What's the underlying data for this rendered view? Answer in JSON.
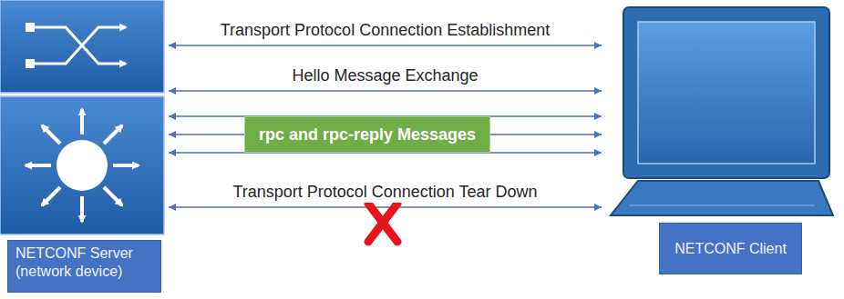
{
  "diagram": {
    "nodes": [
      {
        "text": [
          "NETCONF Server (network device)"
        ]
      },
      {
        "text": [
          "rpc and rpc-reply Messages"
        ]
      },
      {
        "text": [
          "NETCONF Client"
        ]
      }
    ],
    "edges": [
      {
        "from": 0,
        "to": 2,
        "arrow": "both",
        "label": "Transport Protocol Connection Establishment"
      },
      {
        "from": 0,
        "to": 2,
        "arrow": "both",
        "label": "Hello Message Exchange"
      },
      {
        "from": 0,
        "to": 2,
        "arrow": "both"
      },
      {
        "from": 0,
        "to": 2,
        "arrow": "both"
      },
      {
        "from": 0,
        "to": 2,
        "arrow": "both"
      },
      {
        "from": 0,
        "to": 2,
        "arrow": "both",
        "label": "Transport Protocol Connection Tear Down"
      }
    ]
  }
}
